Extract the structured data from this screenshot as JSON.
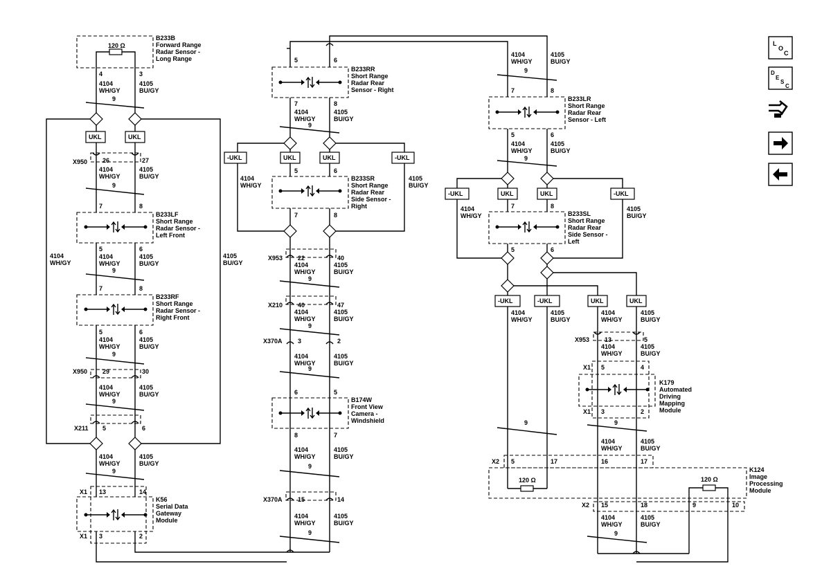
{
  "wires": {
    "can_hi_code": "4104",
    "can_hi_color": "WH/GY",
    "can_lo_code": "4105",
    "can_lo_color": "BU/GY",
    "twist": "9"
  },
  "ukl": {
    "label": "UKL",
    "neg_label": "-UKL"
  },
  "resistor": {
    "label": "120 Ω"
  },
  "modules": {
    "b233b": {
      "name": "B233B",
      "line1": "Forward Range",
      "line2": "Radar Sensor -",
      "line3": "Long Range"
    },
    "b233lf": {
      "name": "B233LF",
      "line1": "Short Range",
      "line2": "Radar Sensor -",
      "line3": "Left Front"
    },
    "b233rf": {
      "name": "B233RF",
      "line1": "Short Range",
      "line2": "Radar Sensor -",
      "line3": "Right Front"
    },
    "k56": {
      "name": "K56",
      "line1": "Serial Data",
      "line2": "Gateway",
      "line3": "Module"
    },
    "b233rr": {
      "name": "B233RR",
      "line1": "Short Range",
      "line2": "Radar Rear",
      "line3": "Sensor - Right"
    },
    "b233sr": {
      "name": "B233SR",
      "line1": "Short Range",
      "line2": "Radar Rear",
      "line3": "Side Sensor -",
      "line4": "Right"
    },
    "b174w": {
      "name": "B174W",
      "line1": "Front View",
      "line2": "Camera -",
      "line3": "Windshield"
    },
    "b233lr": {
      "name": "B233LR",
      "line1": "Short Range",
      "line2": "Radar Rear",
      "line3": "Sensor - Left"
    },
    "b233sl": {
      "name": "B233SL",
      "line1": "Short Range",
      "line2": "Radar Rear",
      "line3": "Side Sensor -",
      "line4": "Left"
    },
    "k179": {
      "name": "K179",
      "line1": "Automated",
      "line2": "Driving",
      "line3": "Mapping",
      "line4": "Module"
    },
    "k124": {
      "name": "K124",
      "line1": "Image",
      "line2": "Processing",
      "line3": "Module"
    }
  },
  "connectors": {
    "x950": "X950",
    "x953": "X953",
    "x210": "X210",
    "x370a": "X370A",
    "x211": "X211",
    "x1": "X1",
    "x2": "X2"
  },
  "pins": {
    "b233b": [
      "4",
      "3"
    ],
    "x950a": [
      "26",
      "27"
    ],
    "b233lf_top": [
      "7",
      "8"
    ],
    "b233lf_bot": [
      "5",
      "6"
    ],
    "b233rf_top": [
      "7",
      "8"
    ],
    "b233rf_bot": [
      "5",
      "6"
    ],
    "x950b": [
      "29",
      "30"
    ],
    "x211": [
      "5",
      "6"
    ],
    "k56_top": [
      "13",
      "14"
    ],
    "k56_bot": [
      "3",
      "2"
    ],
    "b233rr_top": [
      "5",
      "6"
    ],
    "b233rr_bot": [
      "7",
      "8"
    ],
    "b233sr_top": [
      "5",
      "6"
    ],
    "b233sr_bot": [
      "7",
      "8"
    ],
    "x953l": [
      "22",
      "40"
    ],
    "x210": [
      "40",
      "47"
    ],
    "x370a_top": [
      "3",
      "2"
    ],
    "b174w_top": [
      "6",
      "5"
    ],
    "b174w_bot": [
      "8",
      "7"
    ],
    "x370a_bot": [
      "15",
      "14"
    ],
    "b233lr_top": [
      "7",
      "8"
    ],
    "b233lr_bot": [
      "5",
      "6"
    ],
    "b233sl_top": [
      "7",
      "8"
    ],
    "b233sl_bot": [
      "5",
      "6"
    ],
    "x953r": [
      "13",
      "5"
    ],
    "k179_top": [
      "5",
      "4"
    ],
    "k179_bot": [
      "3",
      "2"
    ],
    "k124_x2_top": [
      "5",
      "17",
      "16",
      "17"
    ],
    "k124_x2_bot": [
      "15",
      "18",
      "9",
      "10"
    ]
  },
  "nav": {
    "loc_l": "L",
    "loc_o": "O",
    "loc_c": "C",
    "desc_d": "D",
    "desc_e": "E",
    "desc_s": "S",
    "desc_c": "C"
  }
}
